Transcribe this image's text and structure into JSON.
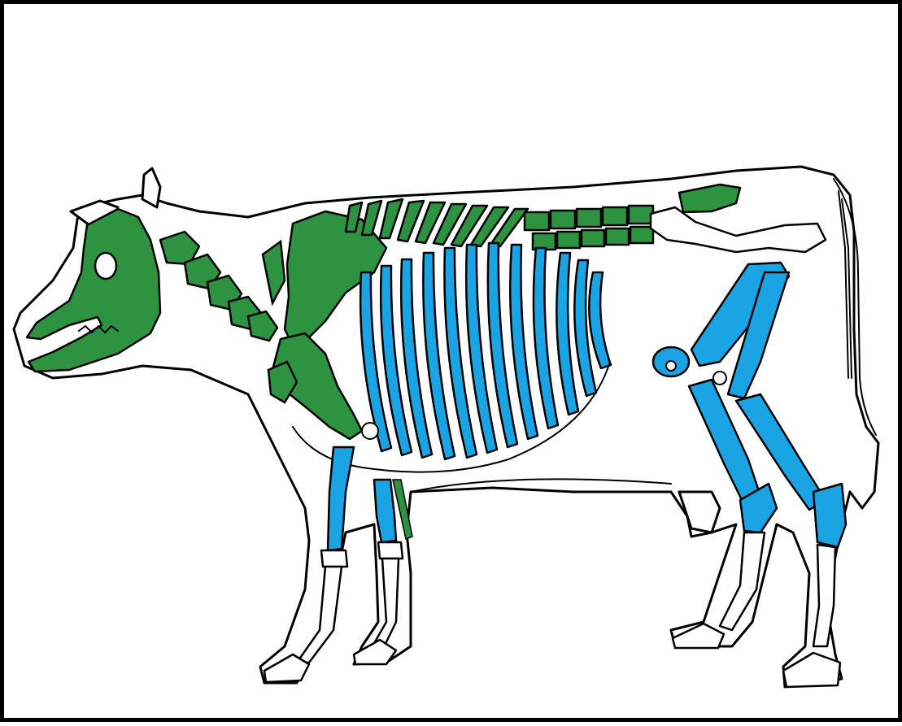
{
  "figure": {
    "subject": "cow-skeleton",
    "colors": {
      "axial": "#2e9340",
      "appendicular": "#1ba4e3",
      "outline": "#000000",
      "background": "#ffffff"
    },
    "regions": [
      {
        "key": "skull",
        "group": "axial"
      },
      {
        "key": "cervical-vertebrae",
        "group": "axial"
      },
      {
        "key": "thoracic-vertebrae",
        "group": "axial"
      },
      {
        "key": "lumbar-vertebrae",
        "group": "axial"
      },
      {
        "key": "sacrum",
        "group": "axial"
      },
      {
        "key": "scapula",
        "group": "axial"
      },
      {
        "key": "humerus",
        "group": "axial"
      },
      {
        "key": "ribs",
        "group": "appendicular"
      },
      {
        "key": "forelimb-bones",
        "group": "appendicular"
      },
      {
        "key": "hindlimb-bones",
        "group": "appendicular"
      }
    ]
  }
}
